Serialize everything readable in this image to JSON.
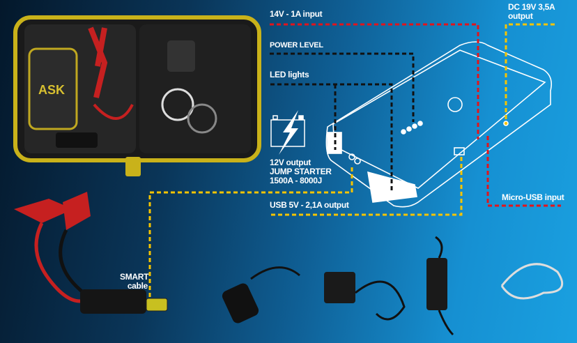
{
  "labels": {
    "input_14v": "14V - 1A input",
    "power_level": "POWER LEVEL",
    "led_lights": "LED lights",
    "dc_output_line1": "DC 19V 3,5A",
    "dc_output_line2": "output",
    "jump_line1": "12V output",
    "jump_line2": "JUMP STARTER",
    "jump_line3": "1500A  - 8000J",
    "usb_output": "USB 5V - 2,1A output",
    "micro_usb_input": "Micro-USB input",
    "smart_line1": "SMART",
    "smart_line2": "cable"
  },
  "logo_text": "ASK",
  "colors": {
    "red": "#e3141b",
    "yellow": "#f5c400",
    "black": "#111111",
    "bg_dark": "#04182b",
    "bg_light": "#1aa0e0"
  }
}
